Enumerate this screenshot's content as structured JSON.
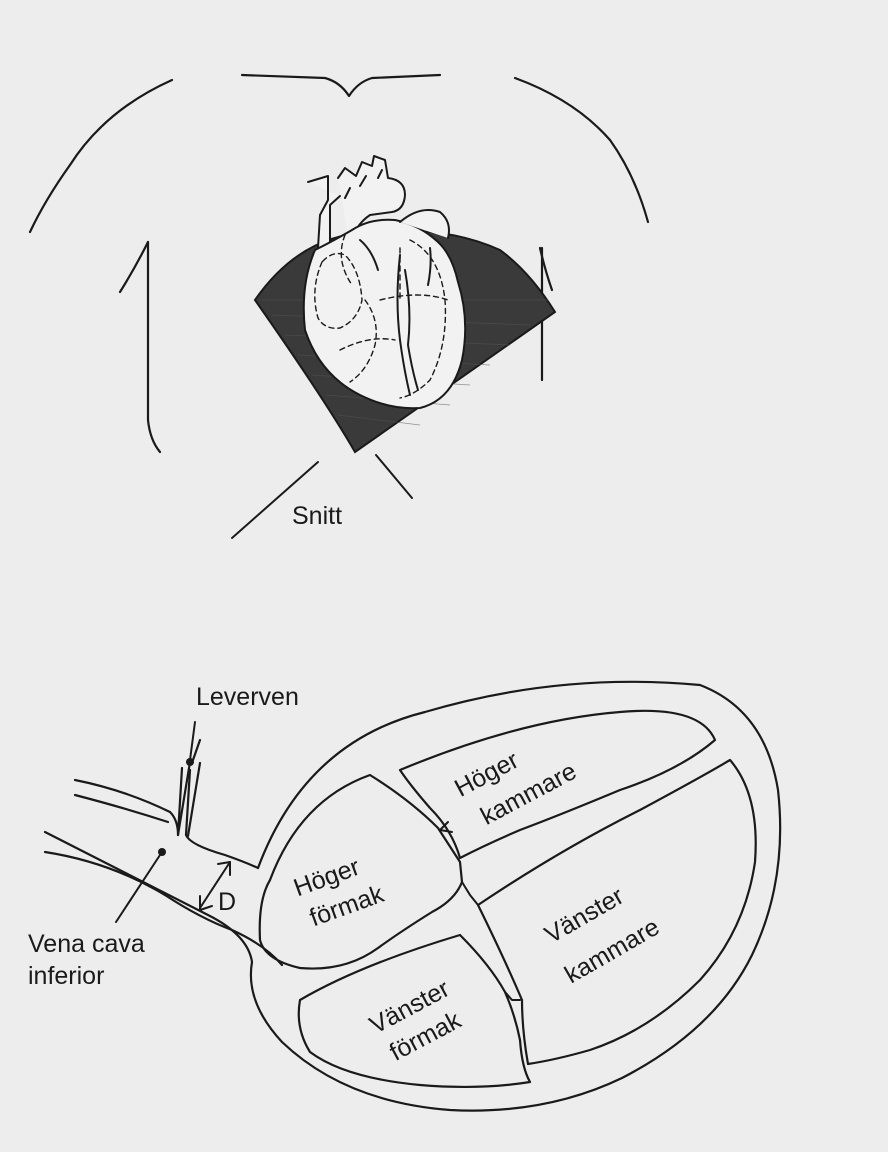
{
  "labels": {
    "snitt": "Snitt",
    "leverven": "Leverven",
    "hoger_kammare_1": "Höger",
    "hoger_kammare_2": "kammare",
    "hoger_formak_1": "Höger",
    "hoger_formak_2": "förmak",
    "d": "D",
    "vanster_kammare_1": "Vänster",
    "vanster_kammare_2": "kammare",
    "vena_cava_1": "Vena cava",
    "vena_cava_2": "inferior",
    "vanster_formak_1": "Vänster",
    "vanster_formak_2": "förmak"
  },
  "colors": {
    "ink": "#1a1a1a",
    "paper": "#ededed",
    "ultrasound_sector": "#3a3a3a",
    "heart_fill": "#f2f2f2"
  }
}
